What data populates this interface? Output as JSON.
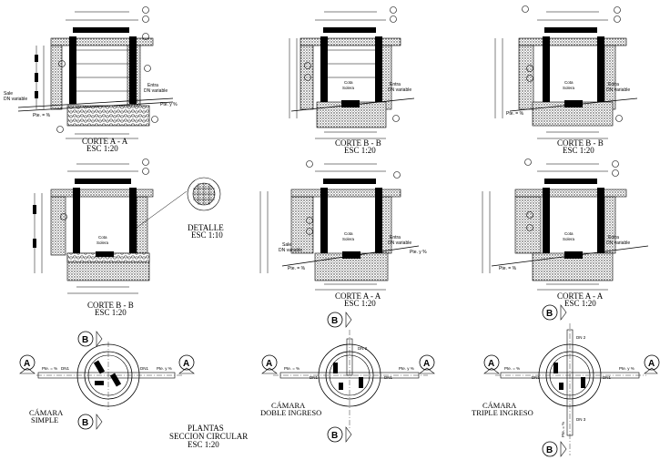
{
  "sections": [
    {
      "title": "CORTE A - A",
      "scale": "ESC 1:20"
    },
    {
      "title": "CORTE B - B",
      "scale": "ESC 1:20"
    },
    {
      "title": "CORTE B - B",
      "scale": "ESC 1:20"
    },
    {
      "title": "CORTE B - B",
      "scale": "ESC 1:20"
    },
    {
      "title": "CORTE A - A",
      "scale": "ESC 1:20"
    },
    {
      "title": "CORTE A - A",
      "scale": "ESC 1:20"
    }
  ],
  "detail": {
    "title": "DETALLE",
    "scale": "ESC 1:10"
  },
  "annotations": {
    "sale": "Sale",
    "dn_variable": "DN variable",
    "entra": "Entra",
    "cota": "Cota",
    "solera": "Solera",
    "pte_left": "Pte. = %",
    "pte_right": "Pte. = %",
    "pte_y": "Pte. y %",
    "dn1": "DN1",
    "dn2": "DN 2",
    "dn3": "DN 3",
    "pte_vert": "Pte. = %"
  },
  "plans": [
    {
      "caption1": "CÁMARA",
      "caption2": "SIMPLE"
    },
    {
      "caption1": "CÁMARA",
      "caption2": "DOBLE INGRESO"
    },
    {
      "caption1": "CÁMARA",
      "caption2": "TRIPLE INGRESO"
    }
  ],
  "plans_title": {
    "line1": "PLANTAS",
    "line2": "SECCION CIRCULAR",
    "line3": "ESC 1:20"
  },
  "markers": {
    "a": "A",
    "b": "B"
  }
}
